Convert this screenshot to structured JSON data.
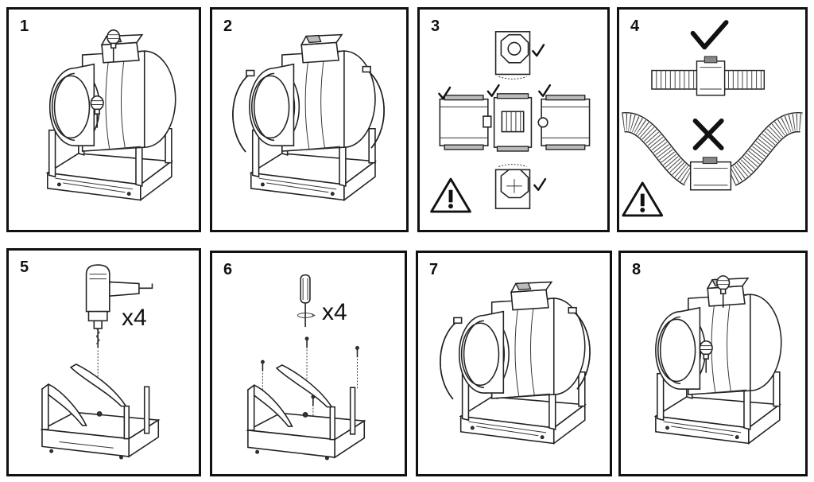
{
  "steps": [
    {
      "number": "1"
    },
    {
      "number": "2"
    },
    {
      "number": "3"
    },
    {
      "number": "4"
    },
    {
      "number": "5",
      "multiplier": "x4"
    },
    {
      "number": "6",
      "multiplier": "x4"
    },
    {
      "number": "7"
    },
    {
      "number": "8"
    }
  ],
  "icons": {
    "step1": [
      "screw-plug-icon",
      "fan-on-stand-icon"
    ],
    "step2": [
      "fan-with-clamps-icon"
    ],
    "step3": [
      "orientation-views-icon",
      "checkmark-icon",
      "warning-icon"
    ],
    "step4": [
      "straight-duct-icon",
      "bent-duct-icon",
      "checkmark-icon",
      "cross-icon",
      "warning-icon"
    ],
    "step5": [
      "drill-icon",
      "mounting-stand-icon"
    ],
    "step6": [
      "screwdriver-icon",
      "screws-icon",
      "mounting-stand-icon"
    ],
    "step7": [
      "fan-with-clamps-icon"
    ],
    "step8": [
      "screw-plug-icon",
      "fan-on-stand-icon"
    ]
  },
  "colors": {
    "line": "#222222",
    "border": "#111111",
    "background": "#ffffff"
  }
}
